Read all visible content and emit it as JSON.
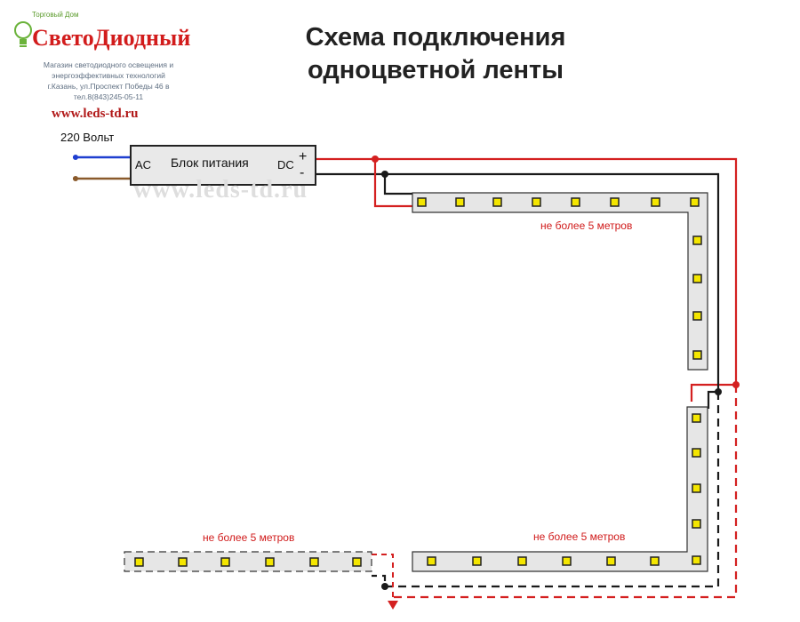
{
  "logo": {
    "small_text": "Торговый Дом",
    "name": "СветоДиодный",
    "line1": "Магазин светодиодного освещения и",
    "line2": "энергоэффективных технологий",
    "line3": "г.Казань, ул.Проспект Победы 46 в",
    "line4": "тел.8(843)245-05-11",
    "url": "www.leds-td.ru"
  },
  "title": {
    "line1": "Схема подключения",
    "line2": "одноцветной ленты"
  },
  "input_label": "220 Вольт",
  "power_supply": {
    "ac_label": "AC",
    "label": "Блок питания",
    "dc_label": "DC",
    "plus": "+",
    "minus": "-"
  },
  "watermark": "www.leds-td.ru",
  "segment_labels": {
    "top": "не более 5 метров",
    "bottom": "не более 5 метров",
    "extension": "не более 5 метров"
  },
  "colors": {
    "positive_wire": "#d42020",
    "negative_wire": "#1a1a1a",
    "ac_live": "#1f3fd0",
    "ac_neutral": "#8a5a2b",
    "strip_fill": "#e6e6e6",
    "led_fill": "#f4e600"
  }
}
